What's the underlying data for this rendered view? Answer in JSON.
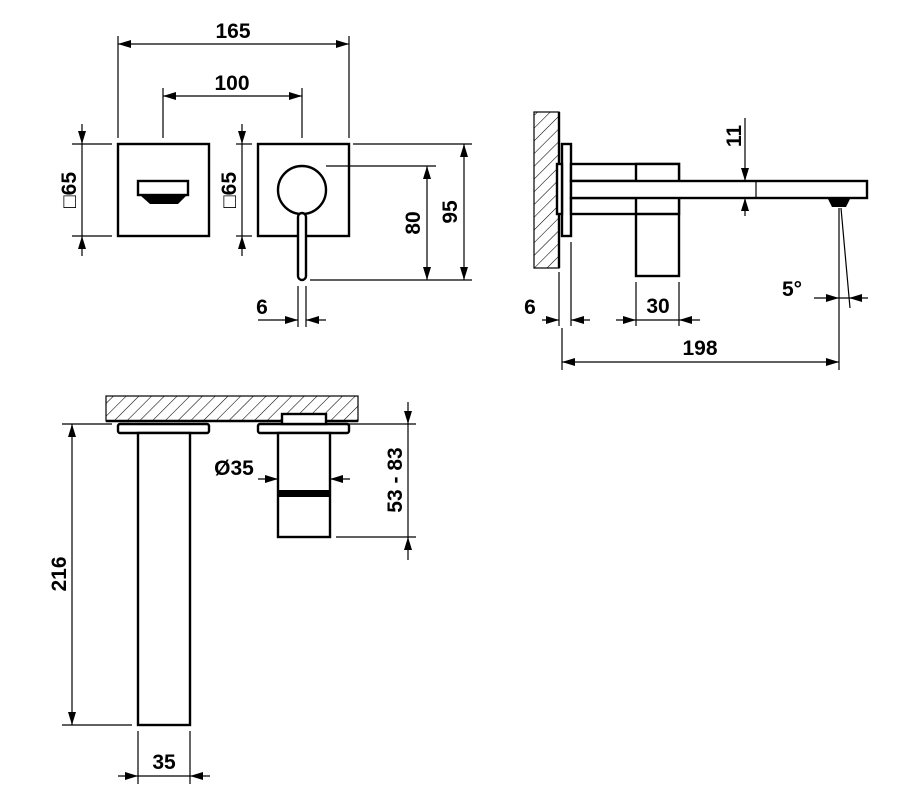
{
  "dimensions": {
    "total_width": "165",
    "center_distance": "100",
    "plate_left": "□65",
    "plate_right": "□65",
    "lever_height": "80",
    "overall_height": "95",
    "lever_width": "6",
    "spout_thickness": "11",
    "wall_offset": "6",
    "body_width": "30",
    "spout_angle": "5°",
    "spout_projection": "198",
    "pipe_diameter": "Ø35",
    "adjust_range": "53 - 83",
    "spout_length": "216",
    "spout_width": "35"
  }
}
